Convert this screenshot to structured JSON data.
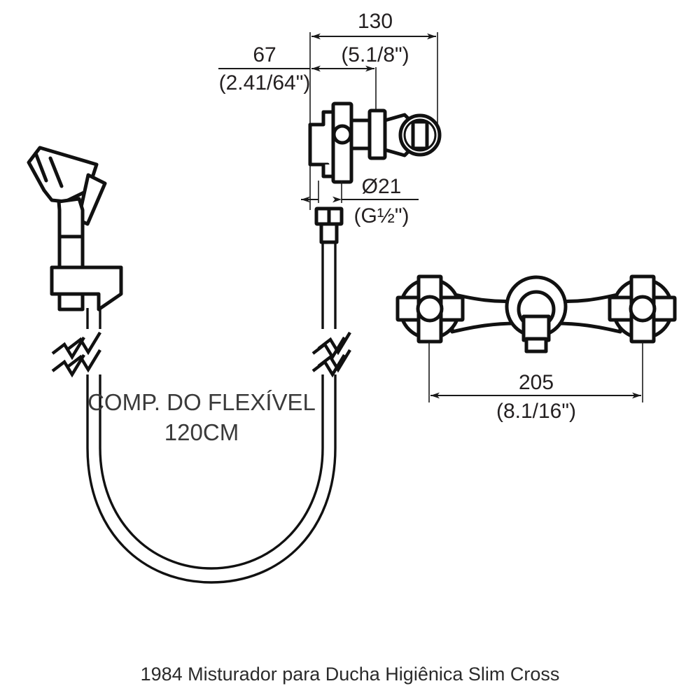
{
  "document": {
    "kind": "technical-dimension-drawing",
    "background_color": "#ffffff",
    "line_color": "#111111"
  },
  "dimensions": {
    "overall_depth": {
      "value_mm": "130",
      "value_inch": "(5.1/8\")"
    },
    "wall_offset": {
      "value_mm": "67",
      "value_inch": "(2.41/64\")"
    },
    "connection_diameter": {
      "value_mm": "Ø21",
      "value_inch": "(G½\")"
    },
    "overall_width": {
      "value_mm": "205",
      "value_inch": "(8.1/16\")"
    }
  },
  "notes": {
    "hose_label_line1": "COMP. DO FLEXÍVEL",
    "hose_label_line2": "120CM"
  },
  "caption": {
    "text": "1984 Misturador para Ducha Higiênica Slim Cross"
  }
}
